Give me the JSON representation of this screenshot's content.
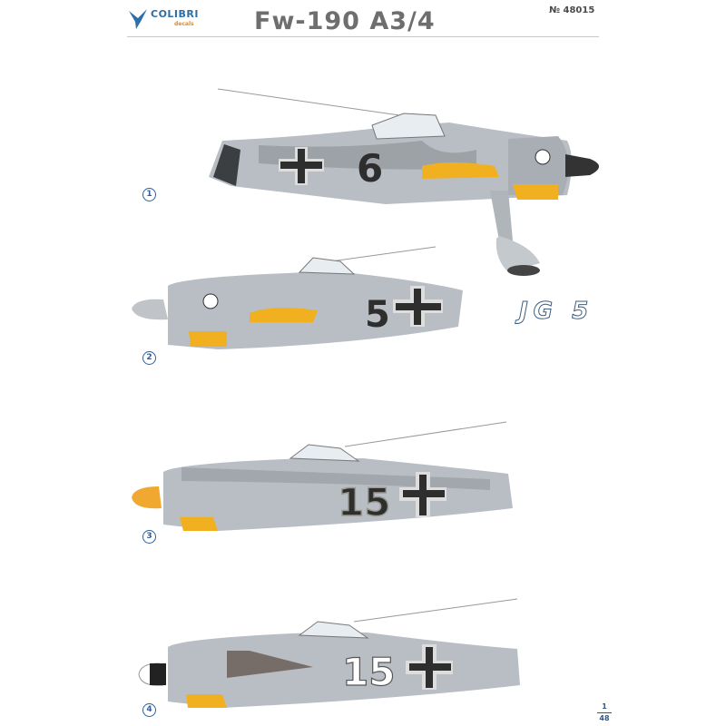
{
  "header": {
    "brand": "COLIBRI",
    "brand_sub": "decals",
    "title": "Fw-190 A3/4",
    "catalog_number": "№ 48015"
  },
  "unit_label": "JG 5",
  "scale": {
    "numerator": "1",
    "denominator": "48"
  },
  "profiles": [
    {
      "marker": "1",
      "code": "6",
      "code_style": "black",
      "spinner": "dark",
      "facing": "right"
    },
    {
      "marker": "2",
      "code": "5",
      "code_style": "black",
      "spinner": "silver",
      "facing": "left"
    },
    {
      "marker": "3",
      "code": "15",
      "code_style": "black-outlined",
      "spinner": "yellow",
      "facing": "left"
    },
    {
      "marker": "4",
      "code": "15",
      "code_style": "white-outlined",
      "spinner": "white-black",
      "facing": "left"
    }
  ],
  "colors": {
    "brand_blue": "#2d6fa6",
    "title_gray": "#6e6e6e",
    "fuselage_gray": "#b9bec4",
    "mottle_gray": "#8a8f95",
    "yellow": "#f0b020",
    "marker_blue": "#2c5fa0"
  }
}
